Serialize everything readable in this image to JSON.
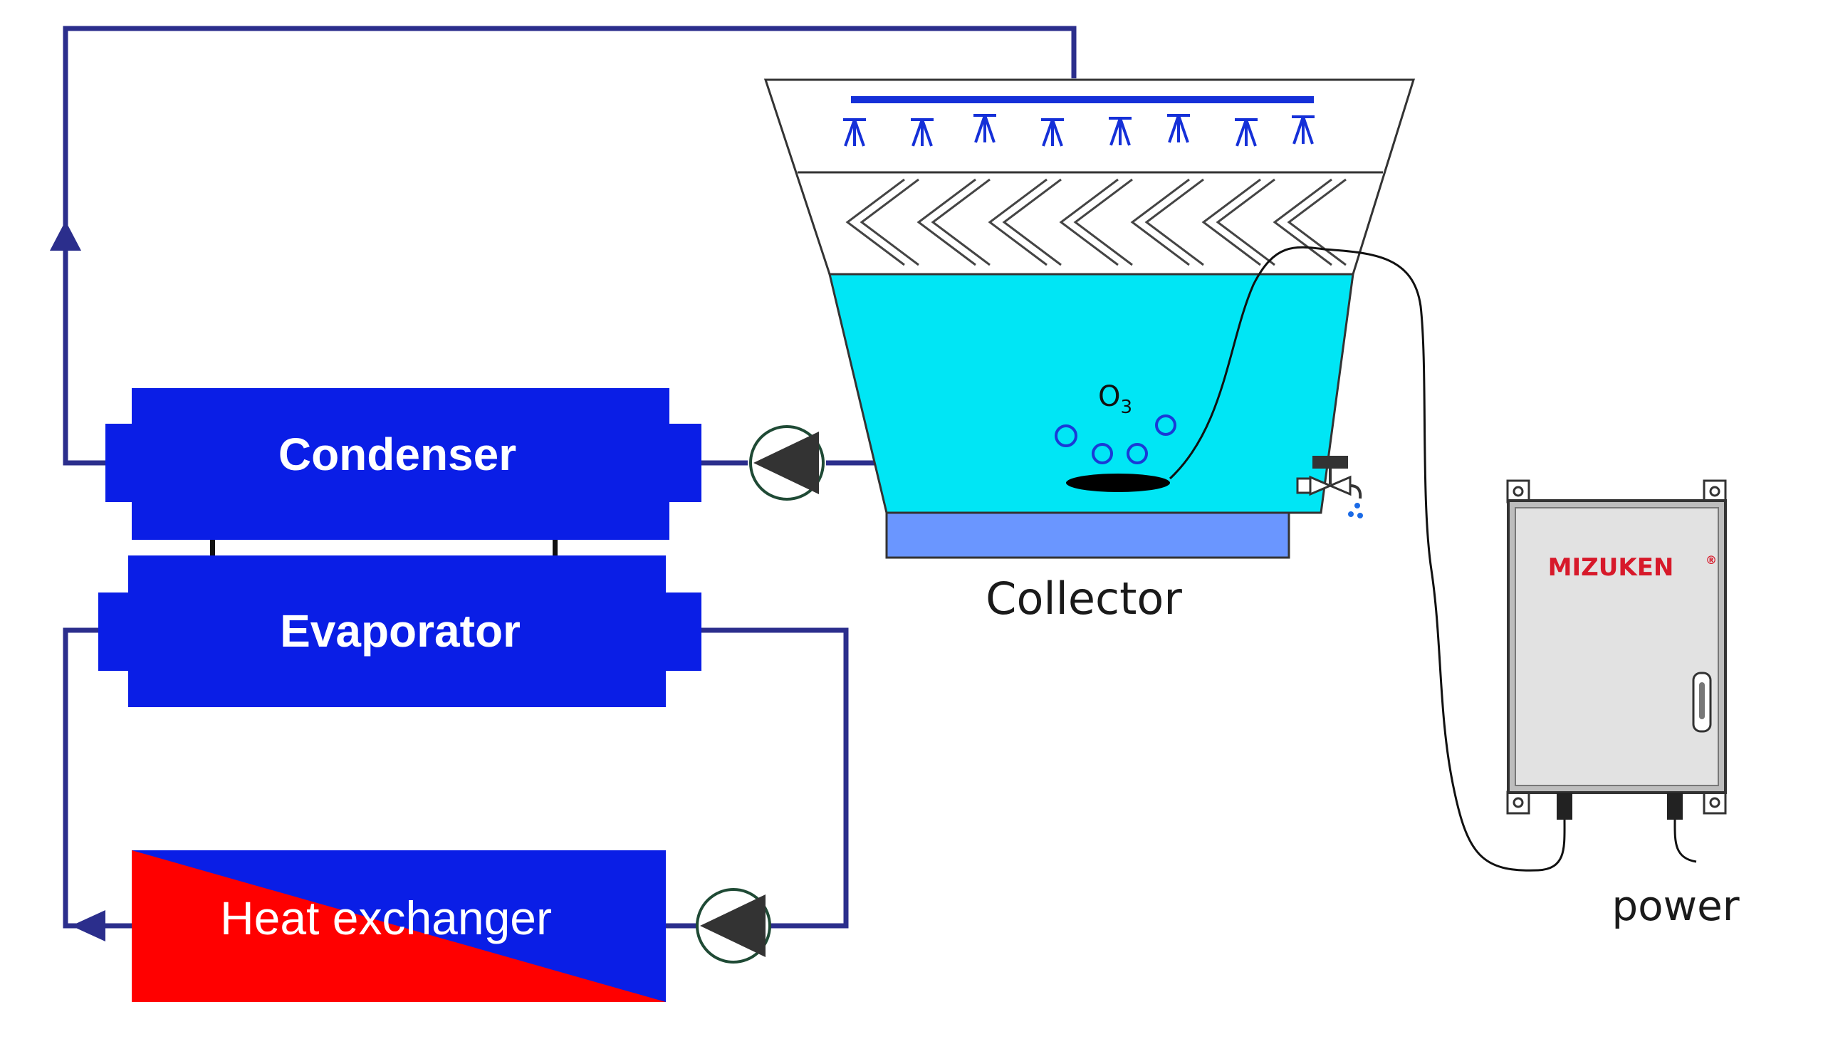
{
  "labels": {
    "condenser": "Condenser",
    "evaporator": "Evaporator",
    "heat_exchanger": "Heat exchanger",
    "collector": "Collector",
    "power": "power",
    "ozone": "O",
    "ozone_subscript": "3",
    "brand": "MIZUKEN",
    "brand_mark": "®"
  },
  "colors": {
    "pipe": "#2b2e8c",
    "unit_blue": "#0a1ee6",
    "heat_red": "#ff0000",
    "water": "#00e6f5",
    "collector_base": "#6a96ff",
    "spray": "#1530d8",
    "cabinet": "#e2e2e2"
  }
}
